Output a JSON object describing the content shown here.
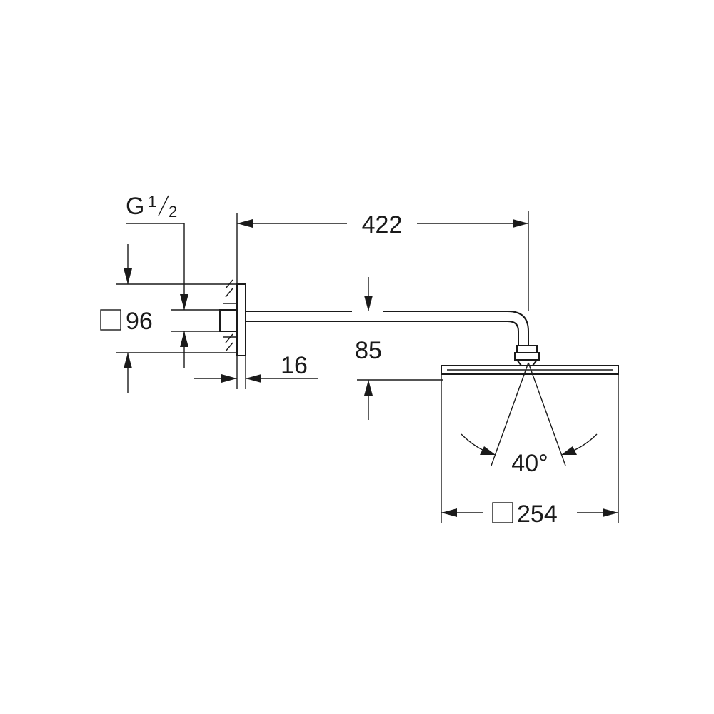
{
  "thread": {
    "letter": "G",
    "numerator": "1",
    "denominator": "2"
  },
  "dimensions": {
    "length": "422",
    "wall_plate": "96",
    "plate_depth": "16",
    "drop": "85",
    "spray_angle": "40°",
    "head_size": "254"
  }
}
